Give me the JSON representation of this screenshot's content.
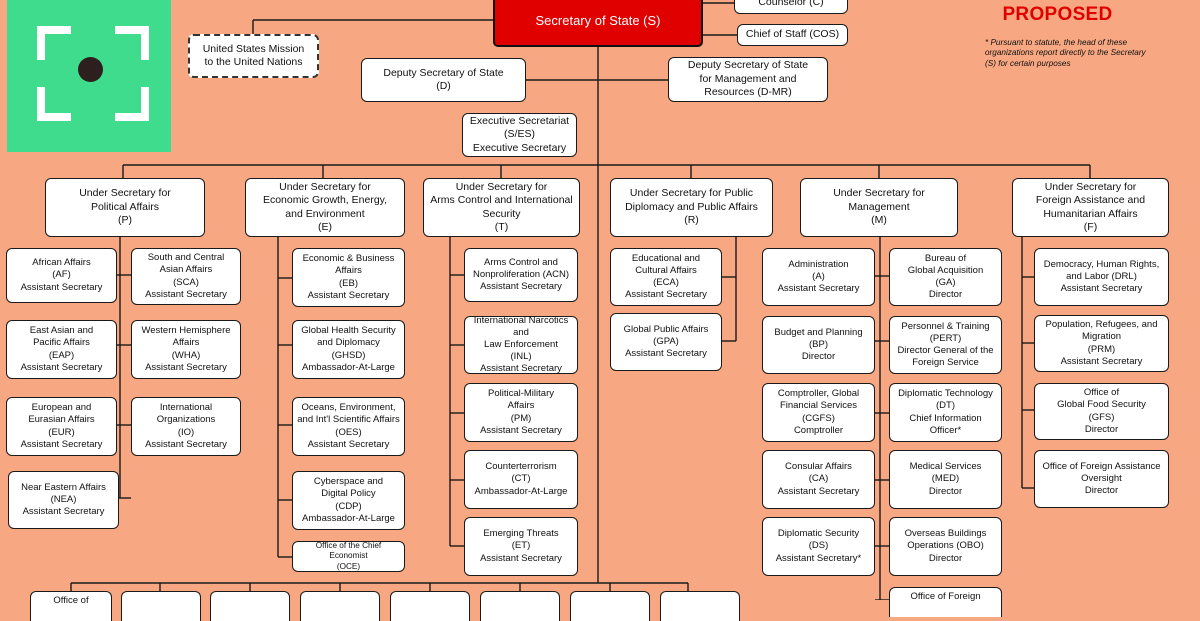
{
  "banner": {
    "label": "PROPOSED",
    "note": "* Pursuant to statute, the head of these organizations report directly to the Secretary (S) for certain purposes"
  },
  "colors": {
    "background": "#F7A882",
    "secretary": "#E00000",
    "logo": "#3EDC8C",
    "proposed": "#E00000"
  },
  "logo_icon": "viewfinder-icon",
  "top": {
    "secretary": "Secretary of State (S)",
    "counselor": "Counselor (C)",
    "chief_of_staff": "Chief of Staff (COS)",
    "un_mission": "United States Mission\nto the United Nations",
    "deputy": "Deputy Secretary of State\n(D)",
    "deputy_mr": "Deputy Secretary of State\nfor Management and\nResources (D-MR)",
    "exec_sec": "Executive Secretariat\n(S/ES)\nExecutive Secretary"
  },
  "under_secretaries": [
    {
      "label": "Under Secretary for\nPolitical Affairs\n(P)",
      "bureaus": [
        "African Affairs\n(AF)\nAssistant Secretary",
        "South and Central\nAsian Affairs\n(SCA)\nAssistant Secretary",
        "East Asian and\nPacific Affairs\n(EAP)\nAssistant Secretary",
        "Western Hemisphere\nAffairs\n(WHA)\nAssistant Secretary",
        "European and\nEurasian Affairs\n(EUR)\nAssistant Secretary",
        "International\nOrganizations\n(IO)\nAssistant Secretary",
        "Near Eastern Affairs\n(NEA)\nAssistant Secretary"
      ]
    },
    {
      "label": "Under Secretary for\nEconomic Growth, Energy,\nand Environment\n(E)",
      "bureaus": [
        "Economic & Business\nAffairs\n(EB)\nAssistant Secretary",
        "Global Health Security\nand Diplomacy\n(GHSD)\nAmbassador-At-Large",
        "Oceans, Environment,\nand Int'l Scientific Affairs\n(OES)\nAssistant Secretary",
        "Cyberspace and\nDigital Policy\n(CDP)\nAmbassador-At-Large",
        "Office of the Chief Economist\n(OCE)"
      ]
    },
    {
      "label": "Under Secretary for\nArms Control and International\nSecurity\n(T)",
      "bureaus": [
        "Arms Control and\nNonproliferation (ACN)\nAssistant Secretary",
        "International Narcotics and\nLaw Enforcement\n(INL)\nAssistant Secretary",
        "Political-Military\nAffairs\n(PM)\nAssistant Secretary",
        "Counterterrorism\n(CT)\nAmbassador-At-Large",
        "Emerging Threats\n(ET)\nAssistant Secretary"
      ]
    },
    {
      "label": "Under Secretary for Public\nDiplomacy and Public Affairs\n(R)",
      "bureaus": [
        "Educational and\nCultural Affairs\n(ECA)\nAssistant Secretary",
        "Global Public Affairs\n(GPA)\nAssistant Secretary"
      ]
    },
    {
      "label": "Under Secretary for\nManagement\n(M)",
      "bureaus": [
        "Administration\n(A)\nAssistant Secretary",
        "Bureau of\nGlobal Acquisition\n(GA)\nDirector",
        "Budget and Planning\n(BP)\nDirector",
        "Personnel & Training\n(PERT)\nDirector General of the\nForeign Service",
        "Comptroller, Global\nFinancial Services\n(CGFS)\nComptroller",
        "Diplomatic Technology\n(DT)\nChief Information Officer*",
        "Consular Affairs\n(CA)\nAssistant Secretary",
        "Medical Services\n(MED)\nDirector",
        "Diplomatic Security\n(DS)\nAssistant Secretary*",
        "Overseas Buildings\nOperations (OBO)\nDirector",
        "Office of Foreign"
      ]
    },
    {
      "label": "Under Secretary for\nForeign Assistance and\nHumanitarian Affairs\n(F)",
      "bureaus": [
        "Democracy, Human Rights,\nand Labor (DRL)\nAssistant Secretary",
        "Population, Refugees, and\nMigration\n(PRM)\nAssistant Secretary",
        "Office of\nGlobal Food Security\n(GFS)\nDirector",
        "Office of Foreign Assistance\nOversight\nDirector"
      ]
    }
  ],
  "bottom_row": {
    "first_label": "Office of"
  }
}
